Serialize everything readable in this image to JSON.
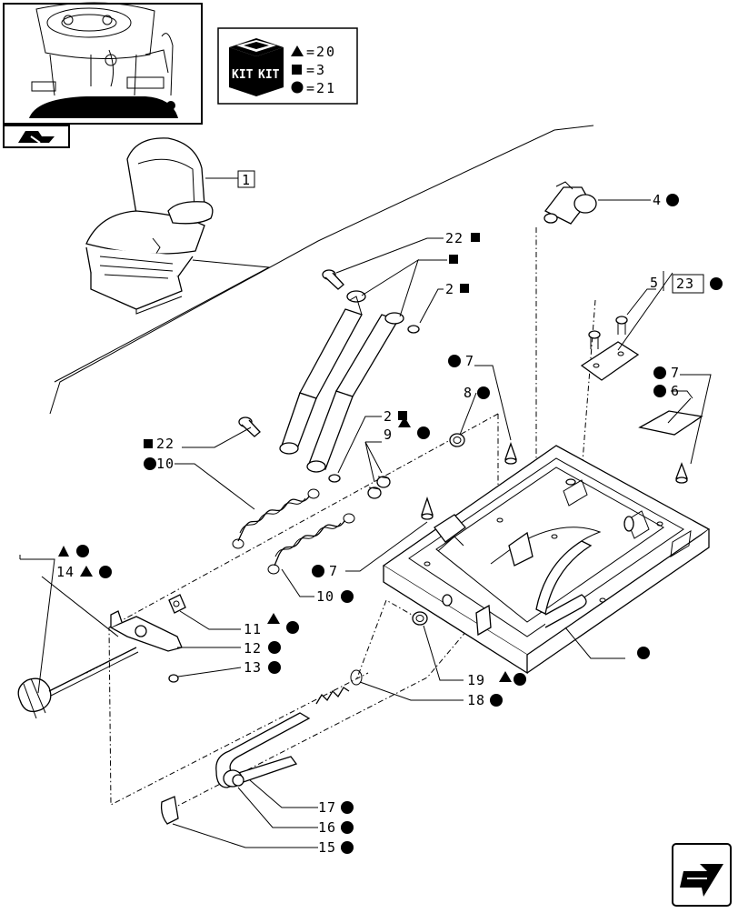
{
  "colors": {
    "ink": "#000000",
    "paper": "#ffffff"
  },
  "symbols": {
    "triangle": "▲",
    "square": "■",
    "circle": "●"
  },
  "kit_legend": {
    "badge_text": "KIT",
    "rows": [
      {
        "symbol": "triangle-icon",
        "text": "=20"
      },
      {
        "symbol": "square-icon",
        "text": "=3"
      },
      {
        "symbol": "circle-icon",
        "text": "=21"
      }
    ]
  },
  "callouts": {
    "c1": "1",
    "c4": "4",
    "c5": "5",
    "c23": "23",
    "c22a": "22",
    "c2a": "2",
    "c7a": "7",
    "c8": "8",
    "c2b": "2",
    "c9": "9",
    "c22b": "22",
    "c10a": "10",
    "c7b": "7",
    "c6": "6",
    "c7c": "7",
    "c10b": "10",
    "c14": "14",
    "c11": "11",
    "c12": "12",
    "c13": "13",
    "c19": "19",
    "c18": "18",
    "c17": "17",
    "c16": "16",
    "c15": "15"
  }
}
